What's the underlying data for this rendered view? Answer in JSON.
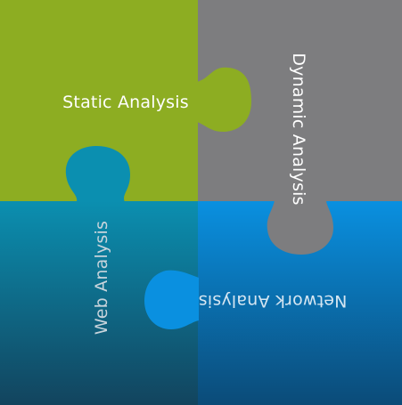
{
  "pieces": {
    "static": {
      "label": "Static Analysis",
      "color": "#8dad22"
    },
    "dynamic": {
      "label": "Dynamic Analysis",
      "color": "#7d7d7f"
    },
    "web": {
      "label": "Web Analysis",
      "color_top": "#0b8fb0",
      "color_bottom": "#12445e"
    },
    "network": {
      "label": "Network Analysis",
      "color_top": "#0a90e0",
      "color_bottom": "#0b4b78"
    }
  },
  "colors": {
    "label_light": "#ffffff",
    "label_web": "#c8d4dc",
    "label_network": "#d6e6f2"
  }
}
